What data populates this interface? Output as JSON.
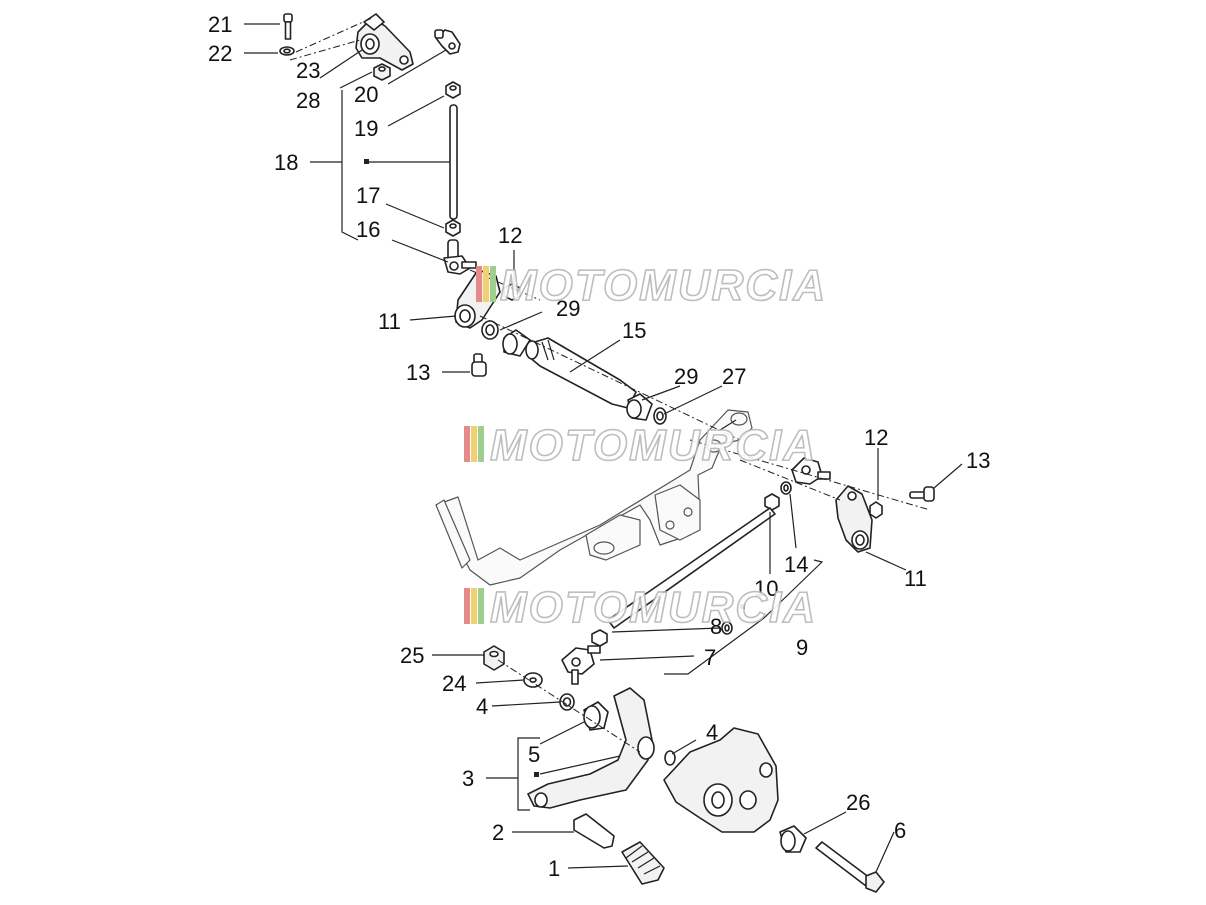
{
  "watermark": {
    "text": "MOTOMURCIA",
    "stripe_colors": [
      "#e58a8a",
      "#f0d070",
      "#9fcf8f",
      "#8fb5df"
    ]
  },
  "callouts": [
    {
      "id": "c1",
      "text": "1"
    },
    {
      "id": "c2",
      "text": "2"
    },
    {
      "id": "c3",
      "text": "3"
    },
    {
      "id": "c4a",
      "text": "4"
    },
    {
      "id": "c4b",
      "text": "4"
    },
    {
      "id": "c5",
      "text": "5"
    },
    {
      "id": "c6",
      "text": "6"
    },
    {
      "id": "c7",
      "text": "7"
    },
    {
      "id": "c8",
      "text": "8"
    },
    {
      "id": "c9",
      "text": "9"
    },
    {
      "id": "c10",
      "text": "10"
    },
    {
      "id": "c11a",
      "text": "11"
    },
    {
      "id": "c11b",
      "text": "11"
    },
    {
      "id": "c12a",
      "text": "12"
    },
    {
      "id": "c12b",
      "text": "12"
    },
    {
      "id": "c13a",
      "text": "13"
    },
    {
      "id": "c13b",
      "text": "13"
    },
    {
      "id": "c14",
      "text": "14"
    },
    {
      "id": "c15",
      "text": "15"
    },
    {
      "id": "c16",
      "text": "16"
    },
    {
      "id": "c17",
      "text": "17"
    },
    {
      "id": "c18",
      "text": "18"
    },
    {
      "id": "c19",
      "text": "19"
    },
    {
      "id": "c20",
      "text": "20"
    },
    {
      "id": "c21",
      "text": "21"
    },
    {
      "id": "c22",
      "text": "22"
    },
    {
      "id": "c23",
      "text": "23"
    },
    {
      "id": "c24",
      "text": "24"
    },
    {
      "id": "c25",
      "text": "25"
    },
    {
      "id": "c26",
      "text": "26"
    },
    {
      "id": "c27",
      "text": "27"
    },
    {
      "id": "c28",
      "text": "28"
    },
    {
      "id": "c29a",
      "text": "29"
    },
    {
      "id": "c29b",
      "text": "29"
    }
  ]
}
